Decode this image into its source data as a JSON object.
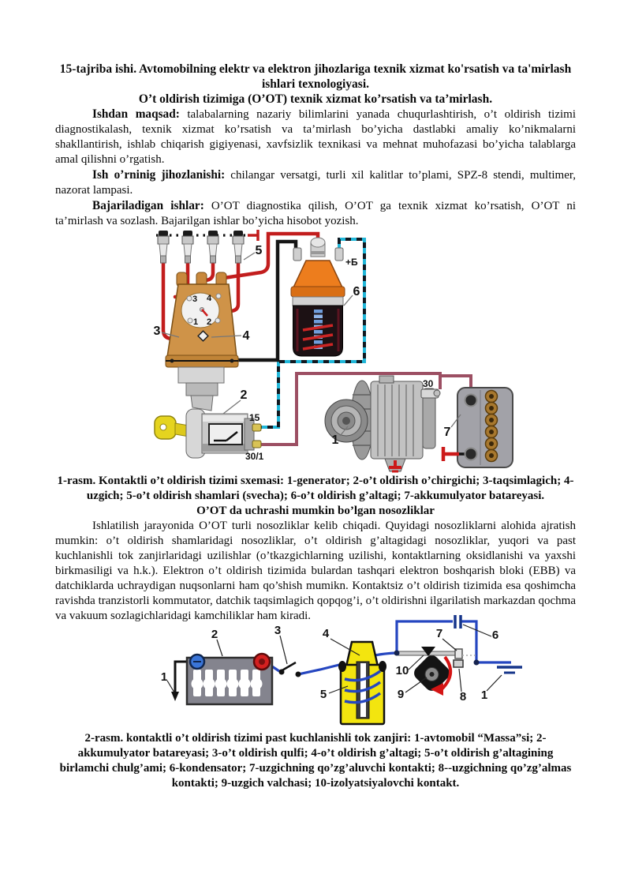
{
  "document": {
    "heading1": "15-tajriba ishi. Avtomobilning elektr va elektron jihozlariga texnik xizmat ko'rsatish va ta'mirlash ishlari texnologiyasi.",
    "heading2": "O’t oldirish tizimiga (O’OT) texnik xizmat ko’rsatish va ta’mirlash.",
    "p1_lead": "Ishdan maqsad:",
    "p1_text": " talabalarning nazariy bilimlarini yanada chuqurlashtirish, o’t oldirish tizimi diagnostikalash, texnik xizmat ko’rsatish va ta’mirlash bo’yicha dastlabki amaliy ko’nikmalarni shakllantirish, ishlab chiqarish gigiyenasi, xavfsizlik texnikasi va mehnat muhofazasi bo’yicha talablarga amal qilishni o’rgatish.",
    "p2_lead": "Ish o’rninig jihozlanishi:",
    "p2_text": " chilangar versatgi, turli xil kalitlar to’plami, SPZ-8 stendi, multimer, nazorat lampasi.",
    "p3_lead": "Bajariladigan ishlar:",
    "p3_text": " O’OT diagnostika qilish, O’OT ga texnik xizmat ko’rsatish, O’OT ni ta’mirlash va sozlash. Bajarilgan ishlar bo’yicha hisobot yozish.",
    "fig1_caption": "1-rasm. Kontaktli o’t oldirish tizimi sxemasi: 1-generator; 2-o’t oldirish o’chirgichi; 3-taqsimlagich; 4-uzgich; 5-o’t oldirish shamlari (svecha); 6-o’t oldirish g’altagi; 7-akkumulyator batareyasi.",
    "section_heading": "O’OT da uchrashi mumkin bo’lgan nosozliklar",
    "p4_text": "Ishlatilish jarayonida O’OT turli nosozliklar kelib chiqadi. Quyidagi nosozliklarni alohida ajratish mumkin: o’t oldirish shamlaridagi nosozliklar, o’t oldirish g’altagidagi nosozliklar, yuqori va past kuchlanishli tok zanjirlaridagi uzilishlar (o’tkazgichlarning uzilishi, kontaktlarning oksidlanishi va yaxshi birkmasiligi va h.k.). Elektron o’t oldirish tizimida bulardan tashqari elektron boshqarish bloki (EBB) va datchiklarda uchraydigan nuqsonlarni ham qo’shish mumikn. Kontaktsiz o’t oldirish tizimida esa qoshimcha ravishda tranzistorli kommutator, datchik taqsimlagich qopqog’i, o’t oldirishni ilgarilatish markazdan qochma va vakuum sozlagichlaridagi kamchiliklar ham kiradi.",
    "fig2_caption": "2-rasm. kontaktli o’t oldirish tizimi past kuchlanishli tok zanjiri: 1-avtomobil “Massa”si; 2-akkumulyator batareyasi; 3-o’t oldirish qulfi; 4-o’t oldirish g’altagi; 5-o’t oldirish g’altagining birlamchi chulg’ami; 6-kondensator; 7-uzgichning qo’zg’aluvchi kontakti; 8--uzgichning qo’zg’almas kontakti; 9-uzgich valchasi; 10-izolyatsiyalovchi kontakt."
  },
  "figure1": {
    "labels": {
      "generator": "1",
      "ignition_switch": "2",
      "distributor": "3",
      "breaker": "4",
      "spark_plug": "5",
      "coil": "6",
      "battery": "7"
    },
    "terminals": {
      "t15": "15",
      "t30_1": "30/1",
      "t30": "30",
      "tb": "+Б"
    },
    "cap_numbers": {
      "n1": "1",
      "n2": "2",
      "n3": "3",
      "n4": "4"
    }
  },
  "figure2": {
    "labels": {
      "ground_left": "1",
      "battery": "2",
      "switch": "3",
      "coil": "4",
      "primary_winding": "5",
      "capacitor": "6",
      "moving_contact": "7",
      "fixed_contact": "8",
      "cam": "9",
      "insulated_contact": "10",
      "ground_right": "1"
    }
  },
  "colors": {
    "hv_wire_red": "#c21d1d",
    "primary_wire_maroon": "#9c4f63",
    "switch_wire_cyan_dashed": "#20b6d8",
    "fig2_wire_blue": "#2546c0",
    "coil_body_orange": "#ed7d1d",
    "fig2_coil_yellow": "#f3e50f",
    "rotation_arrow_red": "#d41414"
  }
}
